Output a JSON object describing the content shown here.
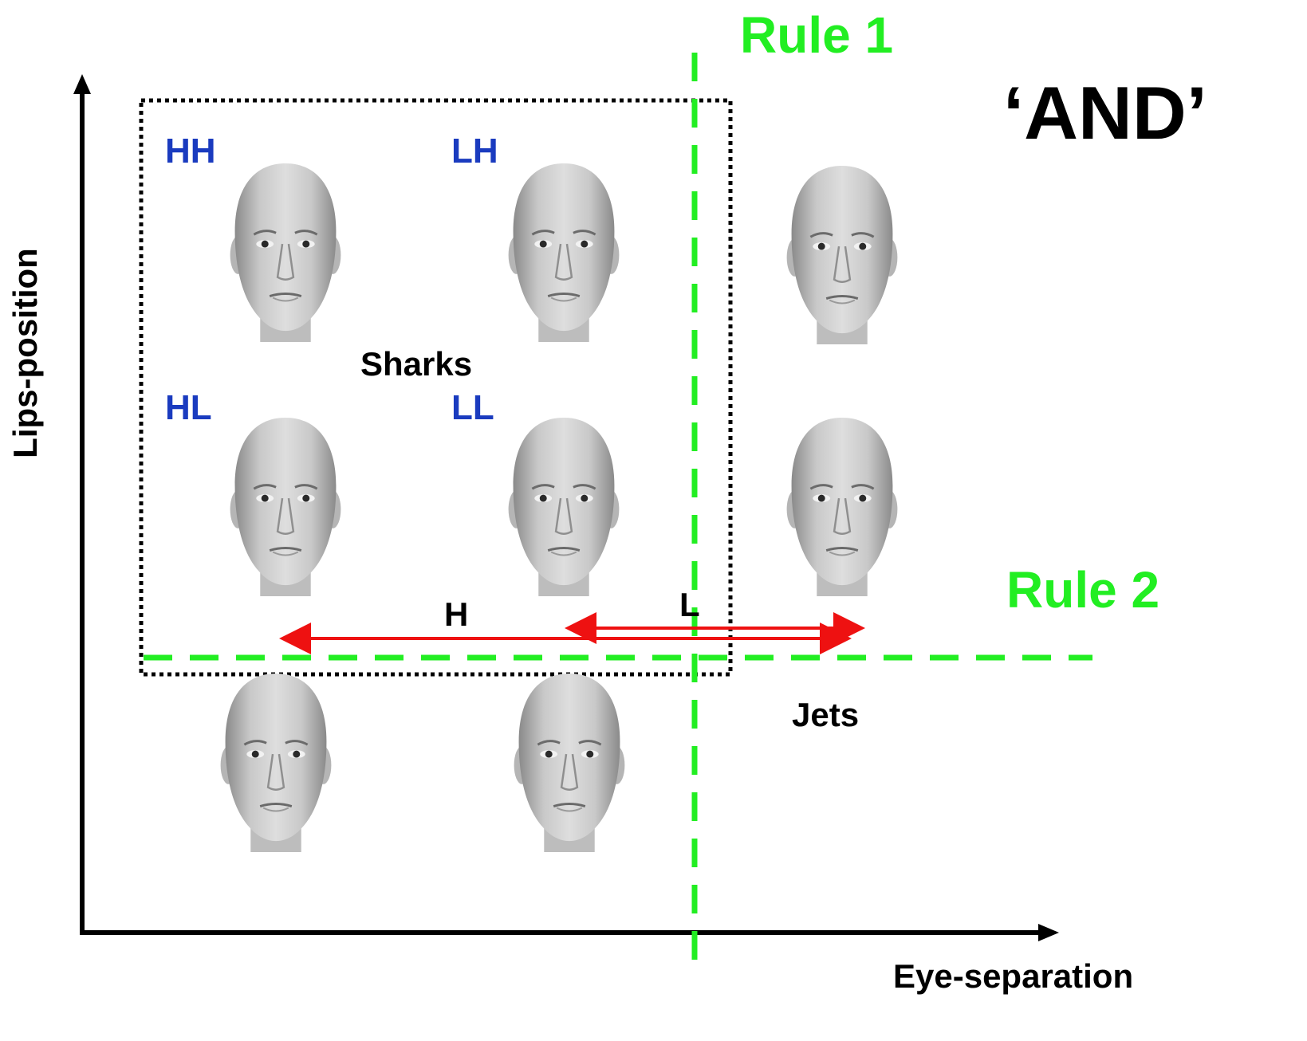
{
  "title": "‘AND’",
  "axes": {
    "y_label": "Lips-position",
    "x_label": "Eye-separation"
  },
  "rules": [
    {
      "label": "Rule 1",
      "orientation": "vertical"
    },
    {
      "label": "Rule 2",
      "orientation": "horizontal"
    }
  ],
  "categories": {
    "sharks": "Sharks",
    "jets": "Jets"
  },
  "arrows": {
    "h_label": "H",
    "l_label": "L"
  },
  "face_labels": {
    "hh": "HH",
    "lh": "LH",
    "hl": "HL",
    "ll": "LL"
  },
  "colors": {
    "rule_green": "#22ee22",
    "arrow_red": "#ee1111",
    "label_blue": "#1a3bbf",
    "axis": "#000000",
    "box_dotted": "#000000"
  },
  "icons": [
    "face-icon"
  ]
}
